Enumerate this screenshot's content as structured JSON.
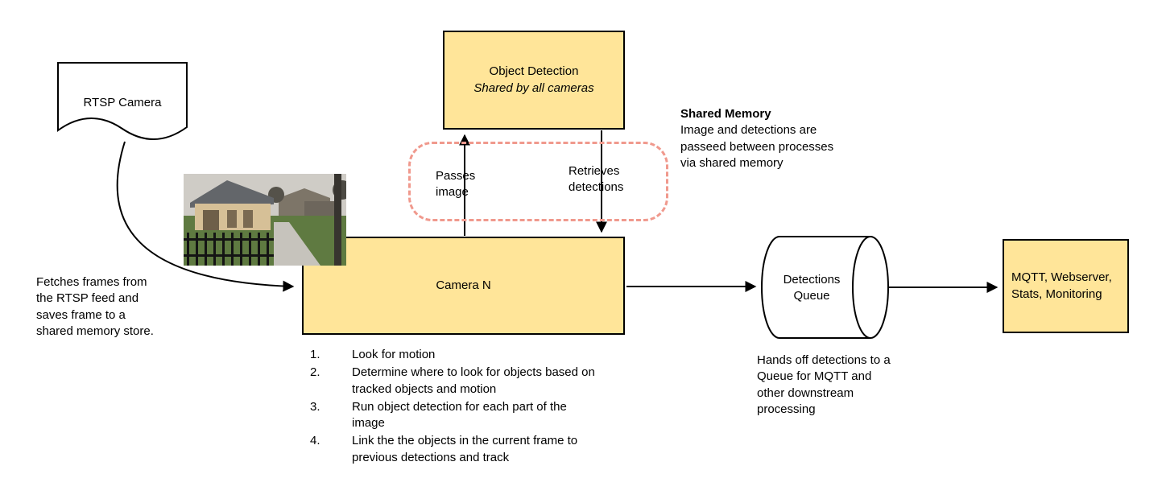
{
  "colors": {
    "background": "#FFFFFF",
    "node_fill": "#FFE599",
    "node_border": "#000000",
    "shared_memory_stroke": "#F0998D"
  },
  "nodes": {
    "rtsp_camera": {
      "label": "RTSP Camera"
    },
    "object_detection": {
      "label": "Object Detection",
      "sublabel": "Shared by all cameras"
    },
    "camera_n": {
      "label": "Camera N"
    },
    "detections_queue": {
      "label": "Detections\nQueue"
    },
    "mqtt": {
      "label": "MQTT, Webserver, Stats, Monitoring"
    }
  },
  "edges": {
    "passes_image": "Passes\nimage",
    "retrieves_detections": "Retrieves\ndetections"
  },
  "annotations": {
    "fetch_note": "Fetches frames from the RTSP feed and saves frame to a shared memory store.",
    "shared_memory_title": "Shared Memory",
    "shared_memory_body": "Image and detections are passeed between processes via shared memory",
    "handoff_note": "Hands off detections to a Queue for MQTT and other downstream processing"
  },
  "camera_steps": [
    {
      "num": "1.",
      "text": "Look for motion"
    },
    {
      "num": "2.",
      "text": "Determine where to look for objects based on tracked objects and motion"
    },
    {
      "num": "3.",
      "text": "Run object detection for each part of the image"
    },
    {
      "num": "4.",
      "text": "Link the the objects in the current frame to previous detections and track"
    }
  ]
}
